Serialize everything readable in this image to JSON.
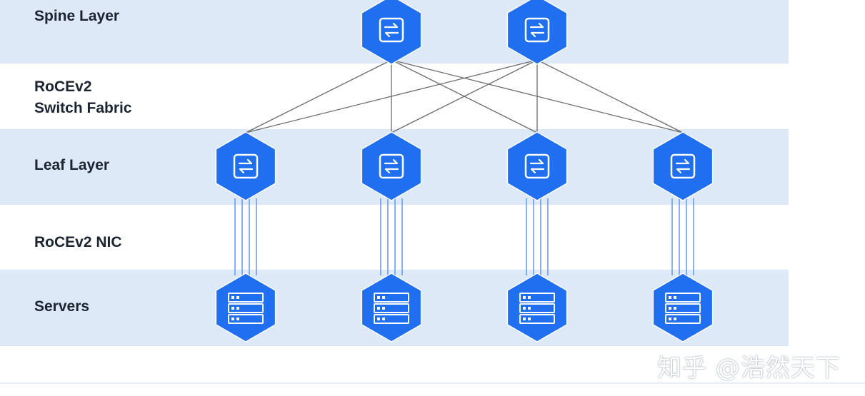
{
  "layers": {
    "spine": "Spine Layer",
    "fabric_line1": "RoCEv2",
    "fabric_line2": "Switch Fabric",
    "leaf": "Leaf Layer",
    "nic": "RoCEv2 NIC",
    "servers": "Servers"
  },
  "nodes": {
    "spine_count": 2,
    "leaf_count": 4,
    "server_count": 4,
    "switch_icon": "switch-arrows-icon",
    "server_icon": "server-rack-icon"
  },
  "colors": {
    "band": "#dde9f7",
    "node": "#1f6ff0",
    "fabric_link": "#6b6b6b",
    "nic_link": "#5b8ff0"
  },
  "watermark": "知乎 @浩然天下"
}
